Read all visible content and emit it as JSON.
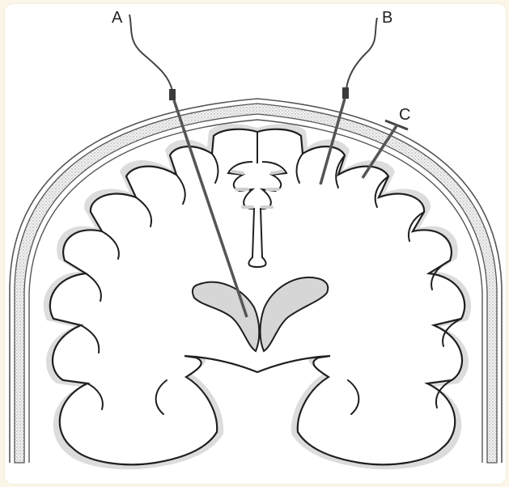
{
  "figure": {
    "labels": {
      "a": "A",
      "b": "B",
      "c": "C"
    },
    "colors": {
      "background": "#fbf6e8",
      "panel": "#ffffff",
      "outline": "#1f1f1f",
      "cortex_shade": "#dcdcdc",
      "ventricle_fill": "#d6d6d6",
      "skull_stipple": "#c8c8c8",
      "probe": "#555555",
      "probe_collar": "#3a3a3a"
    }
  }
}
